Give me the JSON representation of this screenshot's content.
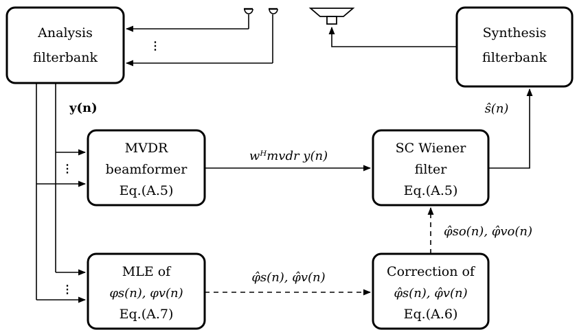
{
  "blocks": {
    "analysis": {
      "line1": "Analysis",
      "line2": "filterbank"
    },
    "synthesis": {
      "line1": "Synthesis",
      "line2": "filterbank"
    },
    "mvdr": {
      "line1": "MVDR",
      "line2": "beamformer",
      "line3": "Eq.(A.5)"
    },
    "wiener": {
      "line1": "SC Wiener",
      "line2": "filter",
      "line3": "Eq.(A.5)"
    },
    "mle": {
      "line1": "MLE of",
      "line2": "φs(n), φv(n)",
      "line3": "Eq.(A.7)"
    },
    "correction": {
      "line1": "Correction of",
      "line2": "φ̂s(n), φ̂v(n)",
      "line3": "Eq.(A.6)"
    }
  },
  "signals": {
    "y": "y(n)",
    "beam_out": "wᴴmvdr y(n)",
    "s_hat": "ŝ(n)",
    "est": "φ̂s(n), φ̂v(n)",
    "corrected": "φ̂so(n), φ̂vo(n)"
  },
  "ellipsis": "⋮"
}
